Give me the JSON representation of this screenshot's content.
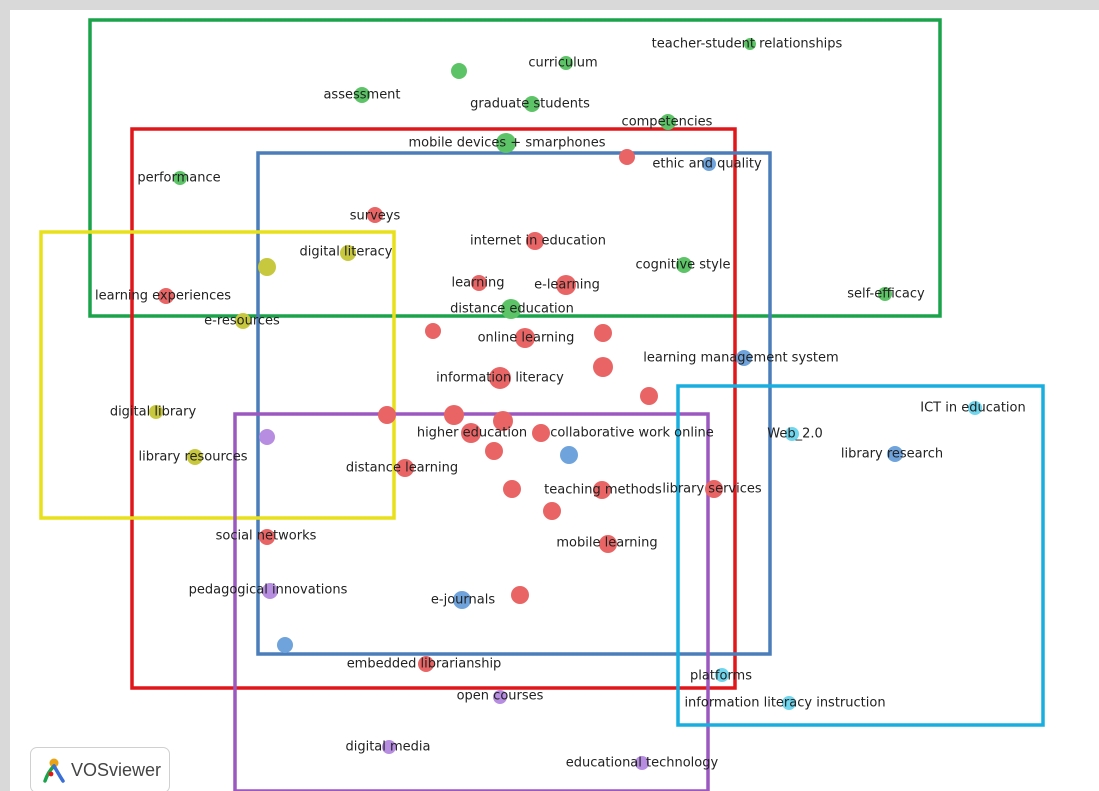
{
  "app": {
    "brand": "VOSviewer"
  },
  "clusters": [
    {
      "id": "green",
      "color": "#1aa34a"
    },
    {
      "id": "red",
      "color": "#e0161b"
    },
    {
      "id": "blue",
      "color": "#4a7dba"
    },
    {
      "id": "yellow",
      "color": "#e8e01a"
    },
    {
      "id": "purple",
      "color": "#9b59c0"
    },
    {
      "id": "cyan",
      "color": "#19aee0"
    }
  ],
  "node_colors": {
    "green": "#5cc466",
    "red": "#e96464",
    "blue": "#6fa3dc",
    "yellow": "#c8c83e",
    "purple": "#b68de0",
    "cyan": "#6fd6ee"
  },
  "nodes": [
    {
      "label": "teacher-student relationships",
      "cluster": "green"
    },
    {
      "label": "curriculum",
      "cluster": "green"
    },
    {
      "label": "",
      "cluster": "green"
    },
    {
      "label": "assessment",
      "cluster": "green"
    },
    {
      "label": "graduate students",
      "cluster": "green"
    },
    {
      "label": "competencies",
      "cluster": "green"
    },
    {
      "label": "mobile devices + smarphones",
      "cluster": "green"
    },
    {
      "label": "performance",
      "cluster": "green"
    },
    {
      "label": "cognitive style",
      "cluster": "green"
    },
    {
      "label": "self-efficacy",
      "cluster": "green"
    },
    {
      "label": "distance education",
      "cluster": "green"
    },
    {
      "label": "",
      "cluster": "red"
    },
    {
      "label": "surveys",
      "cluster": "red"
    },
    {
      "label": "internet in education",
      "cluster": "red"
    },
    {
      "label": "learning experiences",
      "cluster": "red"
    },
    {
      "label": "learning",
      "cluster": "red"
    },
    {
      "label": "e-learning",
      "cluster": "red"
    },
    {
      "label": "",
      "cluster": "red"
    },
    {
      "label": "",
      "cluster": "red"
    },
    {
      "label": "online learning",
      "cluster": "red"
    },
    {
      "label": "",
      "cluster": "red"
    },
    {
      "label": "information literacy",
      "cluster": "red"
    },
    {
      "label": "",
      "cluster": "red"
    },
    {
      "label": "",
      "cluster": "red"
    },
    {
      "label": "",
      "cluster": "red"
    },
    {
      "label": "",
      "cluster": "red"
    },
    {
      "label": "higher education",
      "cluster": "red"
    },
    {
      "label": "collaborative work online",
      "cluster": "red"
    },
    {
      "label": "",
      "cluster": "red"
    },
    {
      "label": "distance learning",
      "cluster": "red"
    },
    {
      "label": "",
      "cluster": "red"
    },
    {
      "label": "teaching methods",
      "cluster": "red"
    },
    {
      "label": "library services",
      "cluster": "red"
    },
    {
      "label": "",
      "cluster": "red"
    },
    {
      "label": "social networks",
      "cluster": "red"
    },
    {
      "label": "mobile learning",
      "cluster": "red"
    },
    {
      "label": "",
      "cluster": "red"
    },
    {
      "label": "embedded librarianship",
      "cluster": "red"
    },
    {
      "label": "ethic  and quality",
      "cluster": "blue"
    },
    {
      "label": "learning management system",
      "cluster": "blue"
    },
    {
      "label": "",
      "cluster": "blue"
    },
    {
      "label": "library research",
      "cluster": "blue"
    },
    {
      "label": "e-journals",
      "cluster": "blue"
    },
    {
      "label": "",
      "cluster": "blue"
    },
    {
      "label": "digital literacy",
      "cluster": "yellow"
    },
    {
      "label": "",
      "cluster": "yellow"
    },
    {
      "label": "e-resources",
      "cluster": "yellow"
    },
    {
      "label": "digital library",
      "cluster": "yellow"
    },
    {
      "label": "library resources",
      "cluster": "yellow"
    },
    {
      "label": "",
      "cluster": "purple"
    },
    {
      "label": "pedagogical innovations",
      "cluster": "purple"
    },
    {
      "label": "open courses",
      "cluster": "purple"
    },
    {
      "label": "digital media",
      "cluster": "purple"
    },
    {
      "label": "educational technology",
      "cluster": "purple"
    },
    {
      "label": "ICT in education",
      "cluster": "cyan"
    },
    {
      "label": "Web_2.0",
      "cluster": "cyan"
    },
    {
      "label": "platforms",
      "cluster": "cyan"
    },
    {
      "label": "information literacy instruction",
      "cluster": "cyan"
    }
  ]
}
